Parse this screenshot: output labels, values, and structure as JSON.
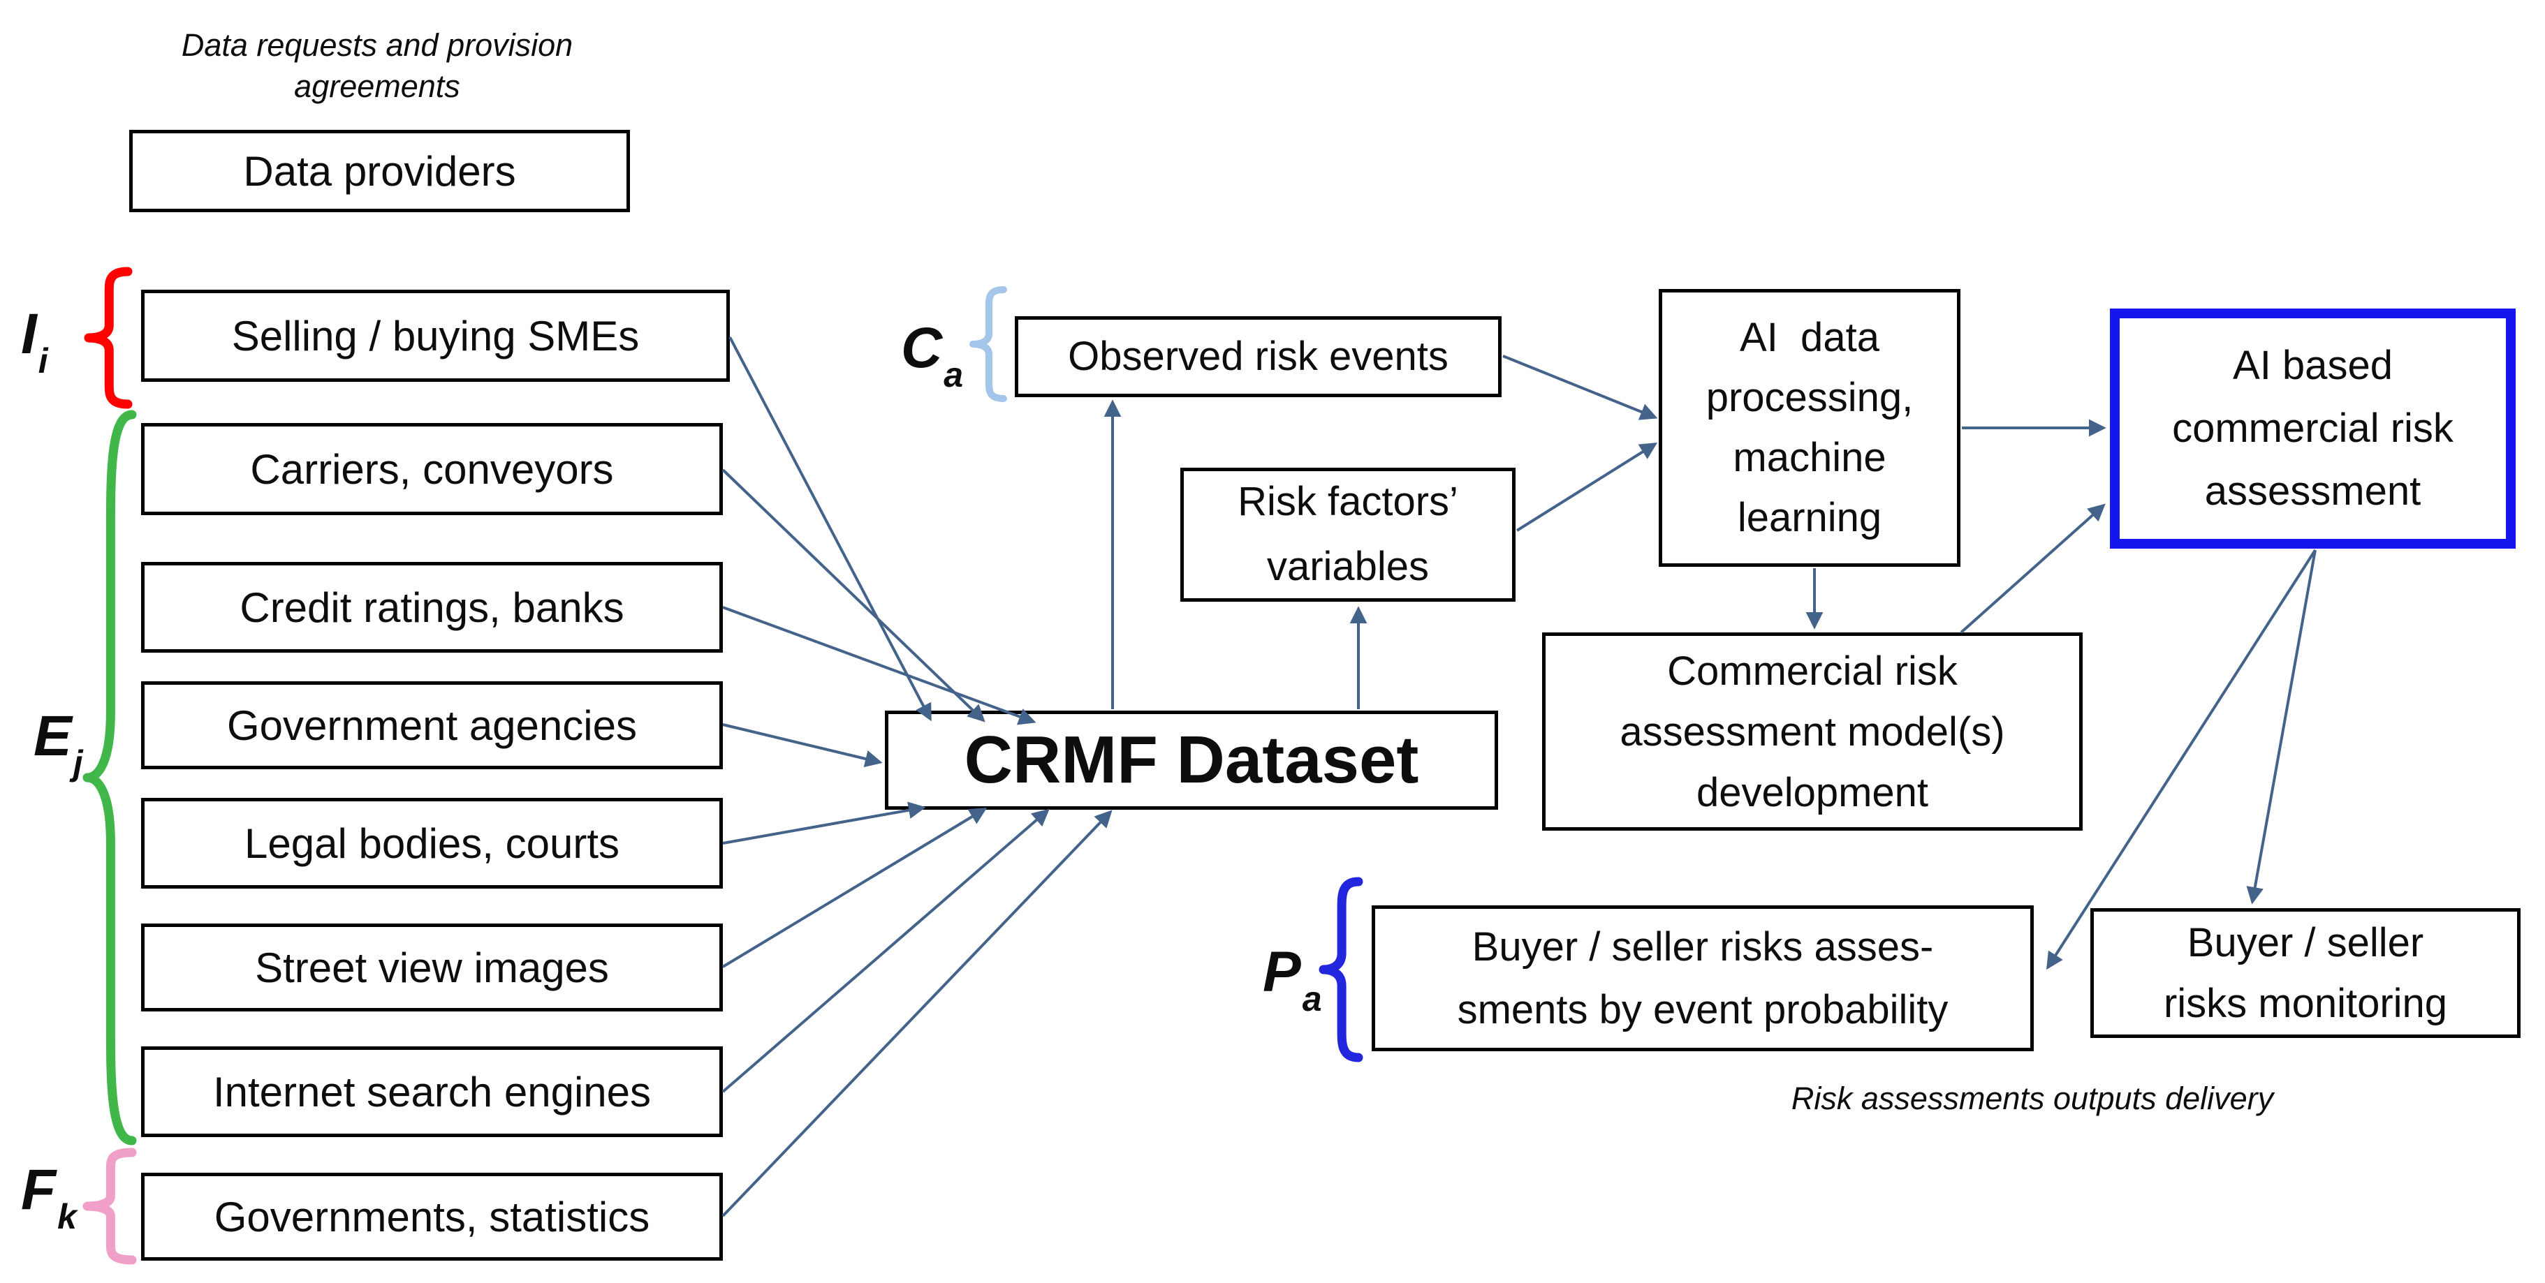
{
  "colors": {
    "arrow": "#44638a",
    "box_border": "#000000",
    "text": "#0d0d0d",
    "highlight_blue": "#1515ee",
    "brace_red": "#ff0000",
    "brace_green": "#41b649",
    "brace_pink": "#f0a0c8",
    "brace_light_blue": "#a3c6ea",
    "brace_dark_blue": "#2227dd"
  },
  "captions": {
    "data_requests_line1": "Data requests and",
    "data_requests_line2": "provision agreements",
    "outputs_delivery": "Risk assessments outputs delivery"
  },
  "group_labels": {
    "smes": {
      "base": "I",
      "sub": "i"
    },
    "external_sources": {
      "base": "E",
      "sub": "j"
    },
    "official_statistics": {
      "base": "F",
      "sub": "k"
    },
    "observed_events": {
      "base": "C",
      "sub": "a"
    },
    "probability_assessments": {
      "base": "P",
      "sub": "a"
    }
  },
  "nodes": {
    "data_providers": {
      "label": "Data providers"
    },
    "selling_buying_smes": {
      "label": "Selling / buying SMEs"
    },
    "carriers_conveyors": {
      "label": "Carriers, conveyors"
    },
    "credit_ratings_banks": {
      "label": "Credit ratings, banks"
    },
    "government_agencies": {
      "label": "Government agencies"
    },
    "legal_bodies_courts": {
      "label": "Legal bodies, courts"
    },
    "street_view_images": {
      "label": "Street view images"
    },
    "internet_search_engines": {
      "label": "Internet search engines"
    },
    "governments_statistics": {
      "label": "Governments, statistics"
    },
    "crmf_dataset": {
      "label": "CRMF Dataset"
    },
    "observed_risk_events": {
      "label": "Observed risk events"
    },
    "risk_factors_variables": {
      "lines": [
        "Risk factors’",
        "variables"
      ]
    },
    "ai_data_processing": {
      "lines": [
        "AI  data",
        "processing,",
        "machine",
        "learning"
      ]
    },
    "ai_based_assessment": {
      "lines": [
        "AI based",
        "commercial risk",
        "assessment"
      ]
    },
    "model_development": {
      "lines": [
        "Commercial risk",
        "assessment model(s)",
        "development"
      ]
    },
    "buyer_seller_assessments": {
      "lines": [
        "Buyer / seller risks asses-",
        "sments by event probability"
      ]
    },
    "buyer_seller_monitoring": {
      "lines": [
        "Buyer / seller",
        "risks monitoring"
      ]
    }
  },
  "connections": [
    {
      "from": "selling_buying_smes",
      "to": "crmf_dataset"
    },
    {
      "from": "carriers_conveyors",
      "to": "crmf_dataset"
    },
    {
      "from": "credit_ratings_banks",
      "to": "crmf_dataset"
    },
    {
      "from": "government_agencies",
      "to": "crmf_dataset"
    },
    {
      "from": "legal_bodies_courts",
      "to": "crmf_dataset"
    },
    {
      "from": "street_view_images",
      "to": "crmf_dataset"
    },
    {
      "from": "internet_search_engines",
      "to": "crmf_dataset"
    },
    {
      "from": "governments_statistics",
      "to": "crmf_dataset"
    },
    {
      "from": "crmf_dataset",
      "to": "observed_risk_events"
    },
    {
      "from": "crmf_dataset",
      "to": "risk_factors_variables"
    },
    {
      "from": "observed_risk_events",
      "to": "ai_data_processing"
    },
    {
      "from": "risk_factors_variables",
      "to": "ai_data_processing"
    },
    {
      "from": "ai_data_processing",
      "to": "ai_based_assessment"
    },
    {
      "from": "ai_data_processing",
      "to": "model_development"
    },
    {
      "from": "model_development",
      "to": "ai_based_assessment"
    },
    {
      "from": "ai_based_assessment",
      "to": "buyer_seller_assessments"
    },
    {
      "from": "ai_based_assessment",
      "to": "buyer_seller_monitoring"
    }
  ]
}
